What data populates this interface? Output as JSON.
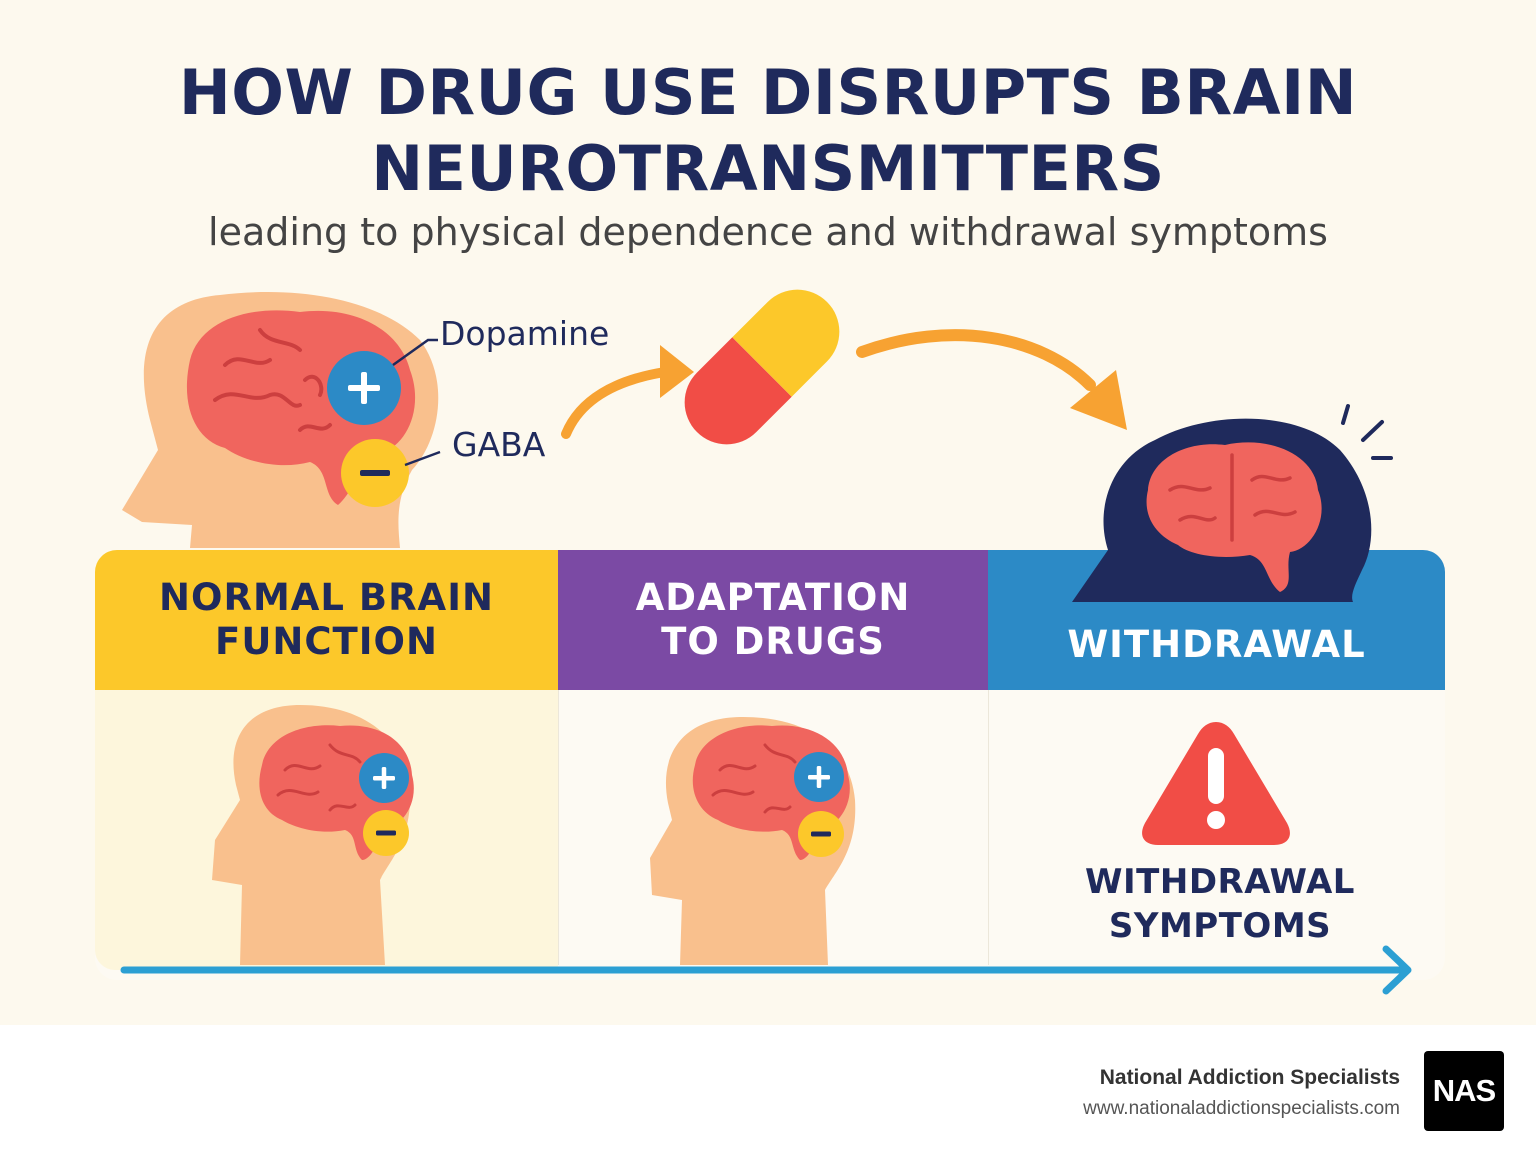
{
  "title": {
    "line1": "HOW DRUG USE DISRUPTS BRAIN",
    "line2": "NEUROTRANSMITTERS"
  },
  "subtitle": "leading to physical dependence and withdrawal symptoms",
  "labels": {
    "dopamine": "Dopamine",
    "gaba": "GABA"
  },
  "stages": [
    {
      "line1": "NORMAL BRAIN",
      "line2": "FUNCTION"
    },
    {
      "line1": "ADAPTATION",
      "line2": "TO DRUGS"
    },
    {
      "line1": "WITHDRAWAL",
      "line2": ""
    }
  ],
  "withdrawal_symptoms": {
    "line1": "WITHDRAWAL",
    "line2": "SYMPTOMS"
  },
  "icons": [
    "head-icon",
    "brain-icon",
    "plus-icon",
    "minus-icon",
    "pill-icon",
    "arrow-icon",
    "warning-icon",
    "timeline-arrow-icon"
  ],
  "colors": {
    "navy": "#1f2a5c",
    "yellow": "#fcc82a",
    "purple": "#7b4aa4",
    "blue": "#2c8ac6",
    "brain": "#f0655e",
    "skin": "#f9c08d",
    "orange": "#f7a232",
    "red": "#f14d46"
  },
  "footer": {
    "org_name": "National Addiction Specialists",
    "url": "www.nationaladdictionspecialists.com",
    "logo_text": "NAS"
  }
}
